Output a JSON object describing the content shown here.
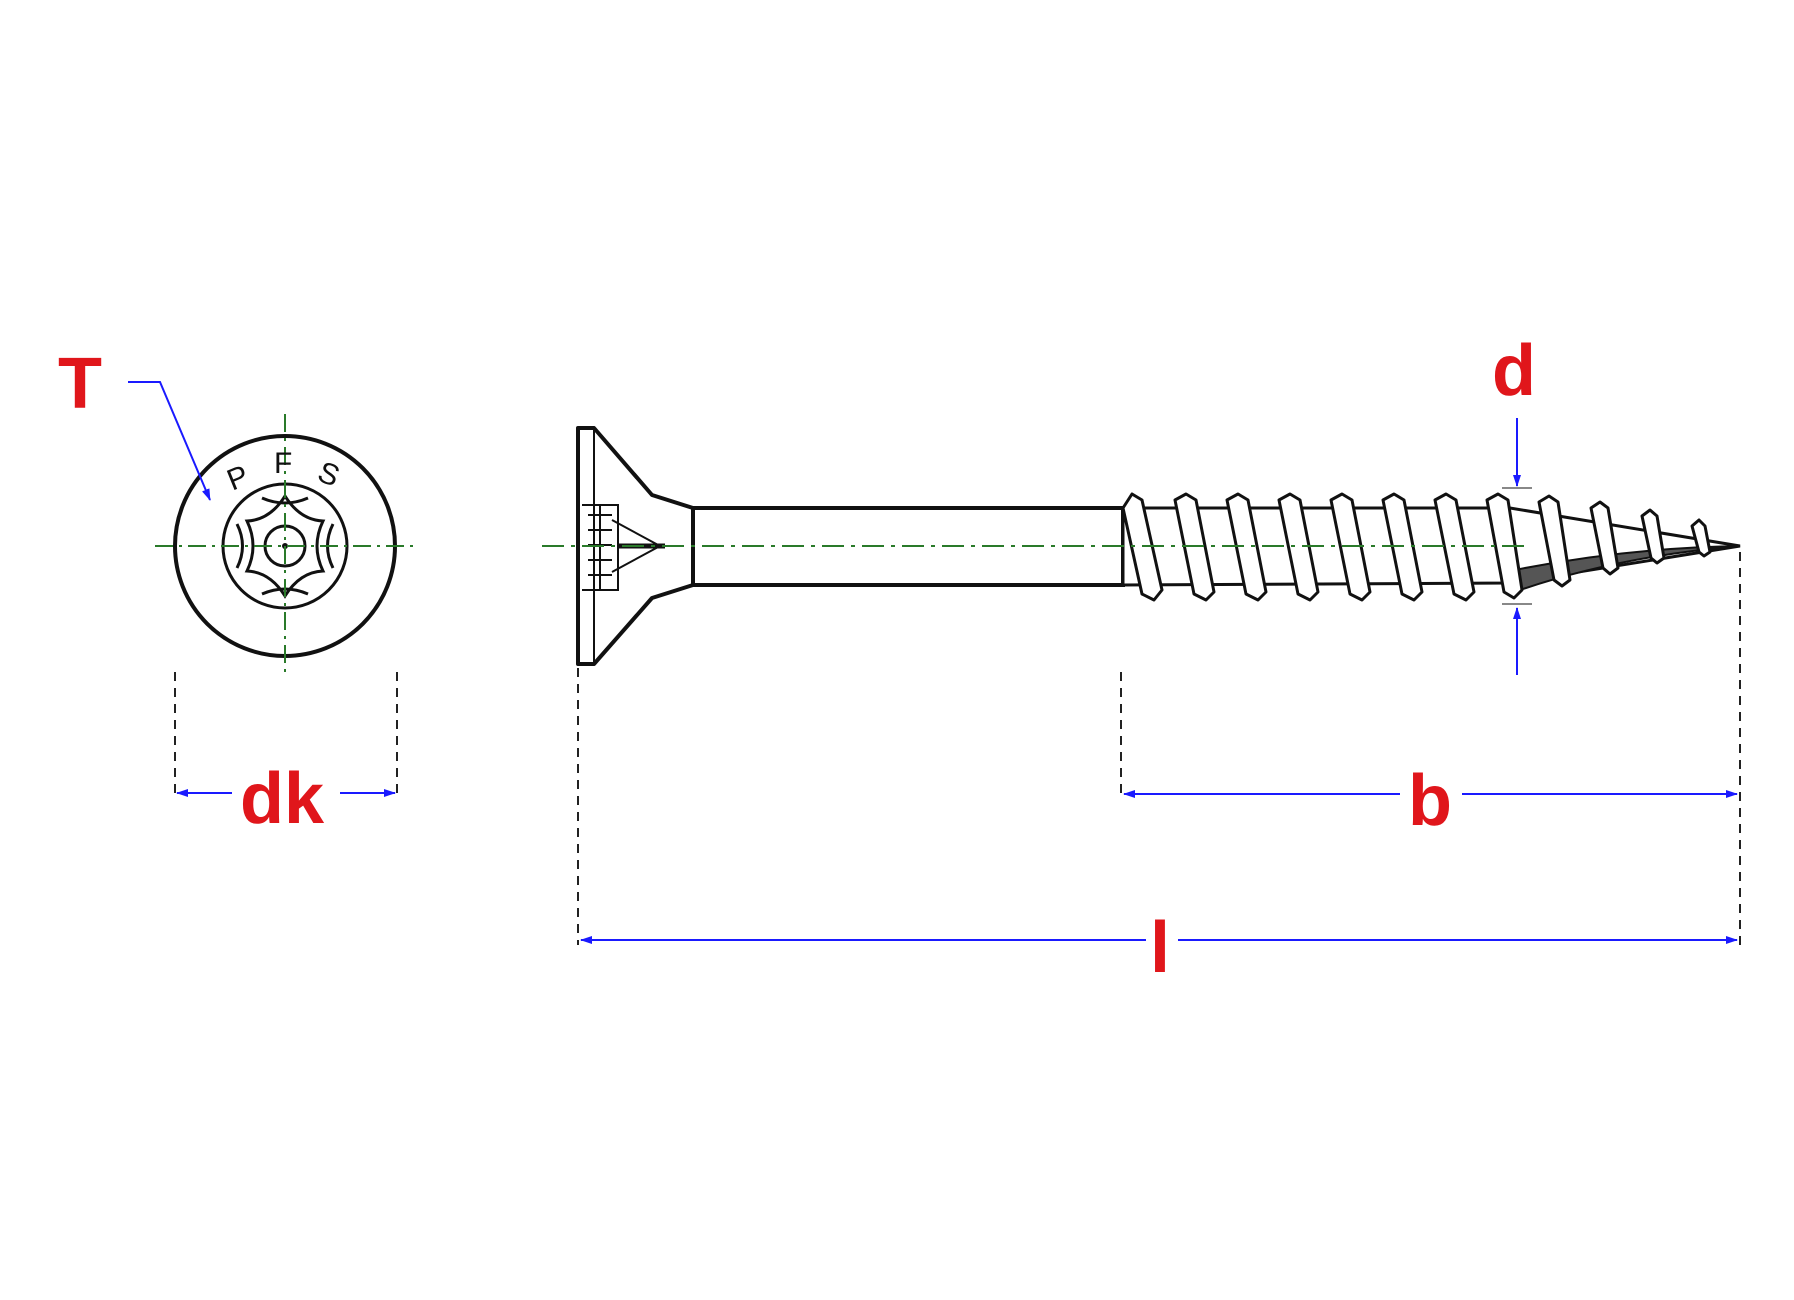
{
  "labels": {
    "thread_type": "T",
    "head_diameter": "dk",
    "thread_diameter": "d",
    "thread_length": "b",
    "total_length": "l"
  },
  "head_marking": [
    "P",
    "F",
    "S"
  ],
  "colors": {
    "outline": "#111111",
    "dimension_line": "#1a1aff",
    "label": "#e0161b",
    "center_line": "#2a7a2a",
    "extension_line": "#222222",
    "tip_fill": "#555555"
  }
}
